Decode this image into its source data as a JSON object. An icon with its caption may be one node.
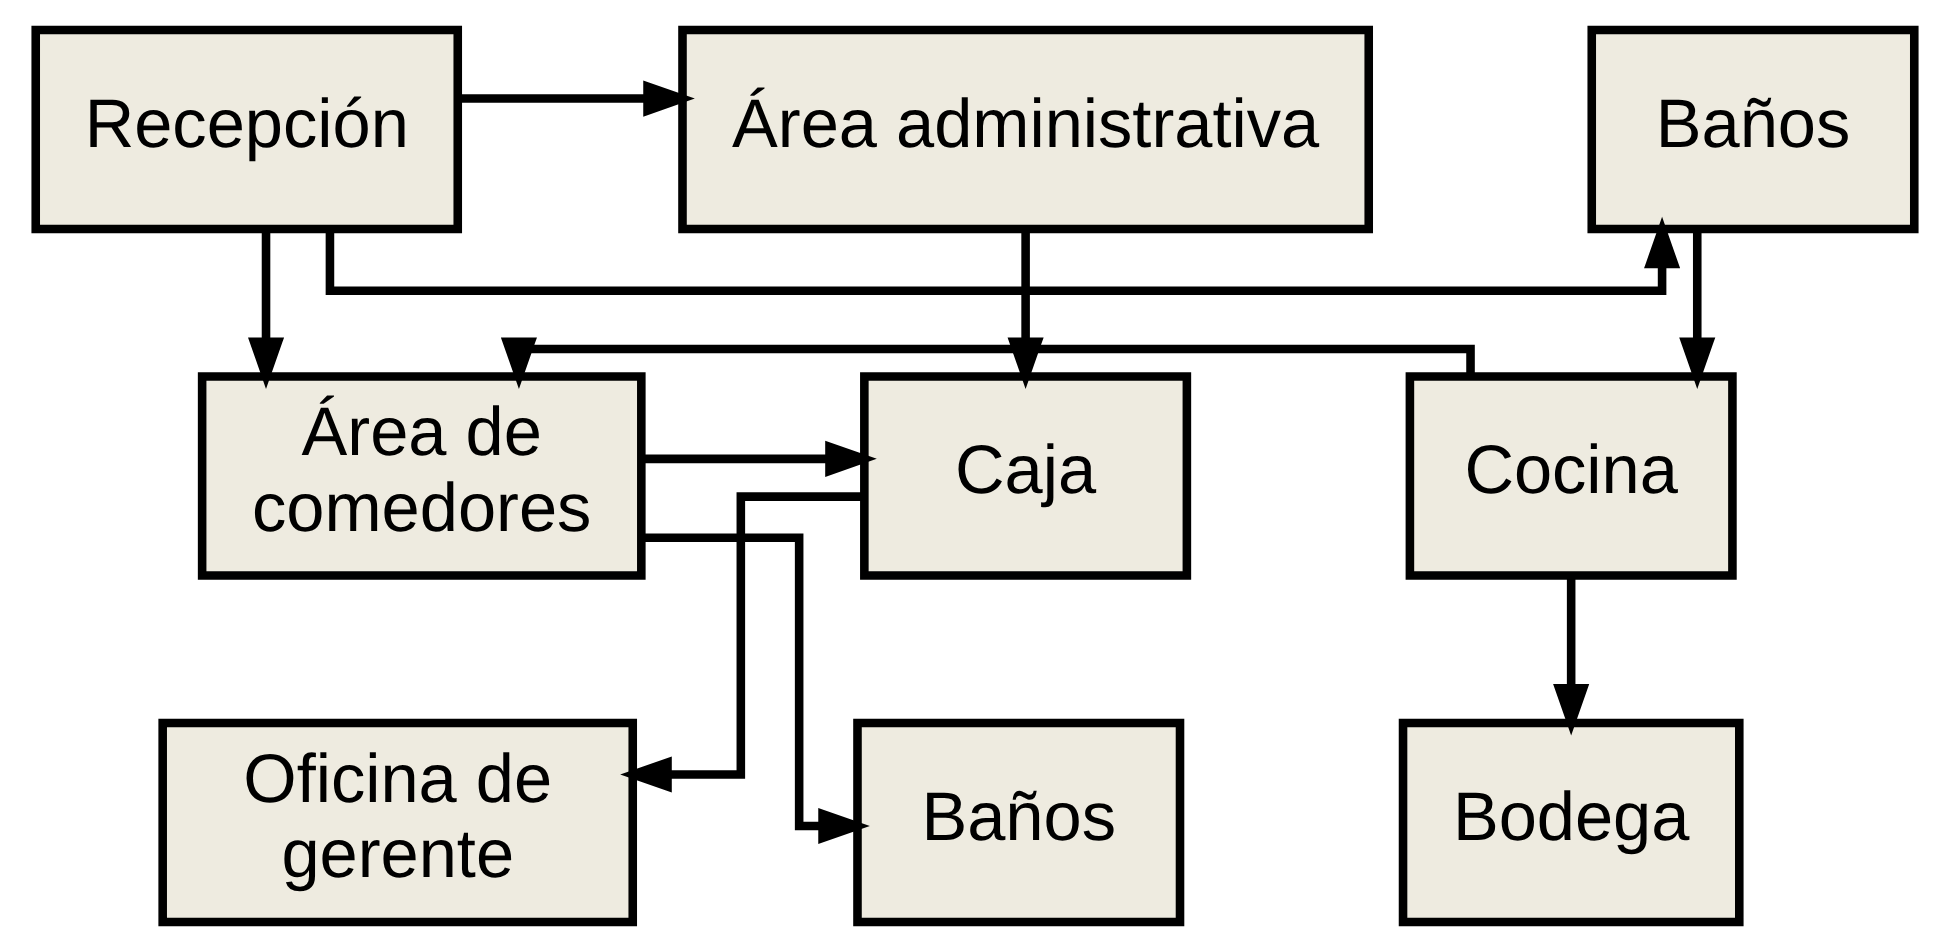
{
  "diagram": {
    "nodes": [
      {
        "text": [
          "Recepción"
        ]
      },
      {
        "text": [
          "Área administrativa"
        ]
      },
      {
        "text": [
          "Baños"
        ]
      },
      {
        "text": [
          "Caja"
        ]
      },
      {
        "text": [
          "Área de comedores"
        ]
      },
      {
        "text": [
          "Cocina"
        ]
      },
      {
        "text": [
          "Oficina de gerente"
        ]
      },
      {
        "text": [
          "Baños"
        ]
      },
      {
        "text": [
          "Bodega"
        ]
      }
    ],
    "edges": [
      {
        "from": 0,
        "to": 1,
        "arrow": "to"
      },
      {
        "from": 0,
        "to": 2,
        "arrow": "to"
      },
      {
        "from": 0,
        "to": 4,
        "arrow": "to"
      },
      {
        "from": 1,
        "to": 3,
        "arrow": "to"
      },
      {
        "from": 2,
        "to": 5,
        "arrow": "to"
      },
      {
        "from": 4,
        "to": 3,
        "arrow": "to"
      },
      {
        "from": 5,
        "to": 4,
        "arrow": "to"
      },
      {
        "from": 3,
        "to": 6,
        "arrow": "to"
      },
      {
        "from": 4,
        "to": 7,
        "arrow": "to"
      },
      {
        "from": 5,
        "to": 8,
        "arrow": "to"
      }
    ]
  }
}
